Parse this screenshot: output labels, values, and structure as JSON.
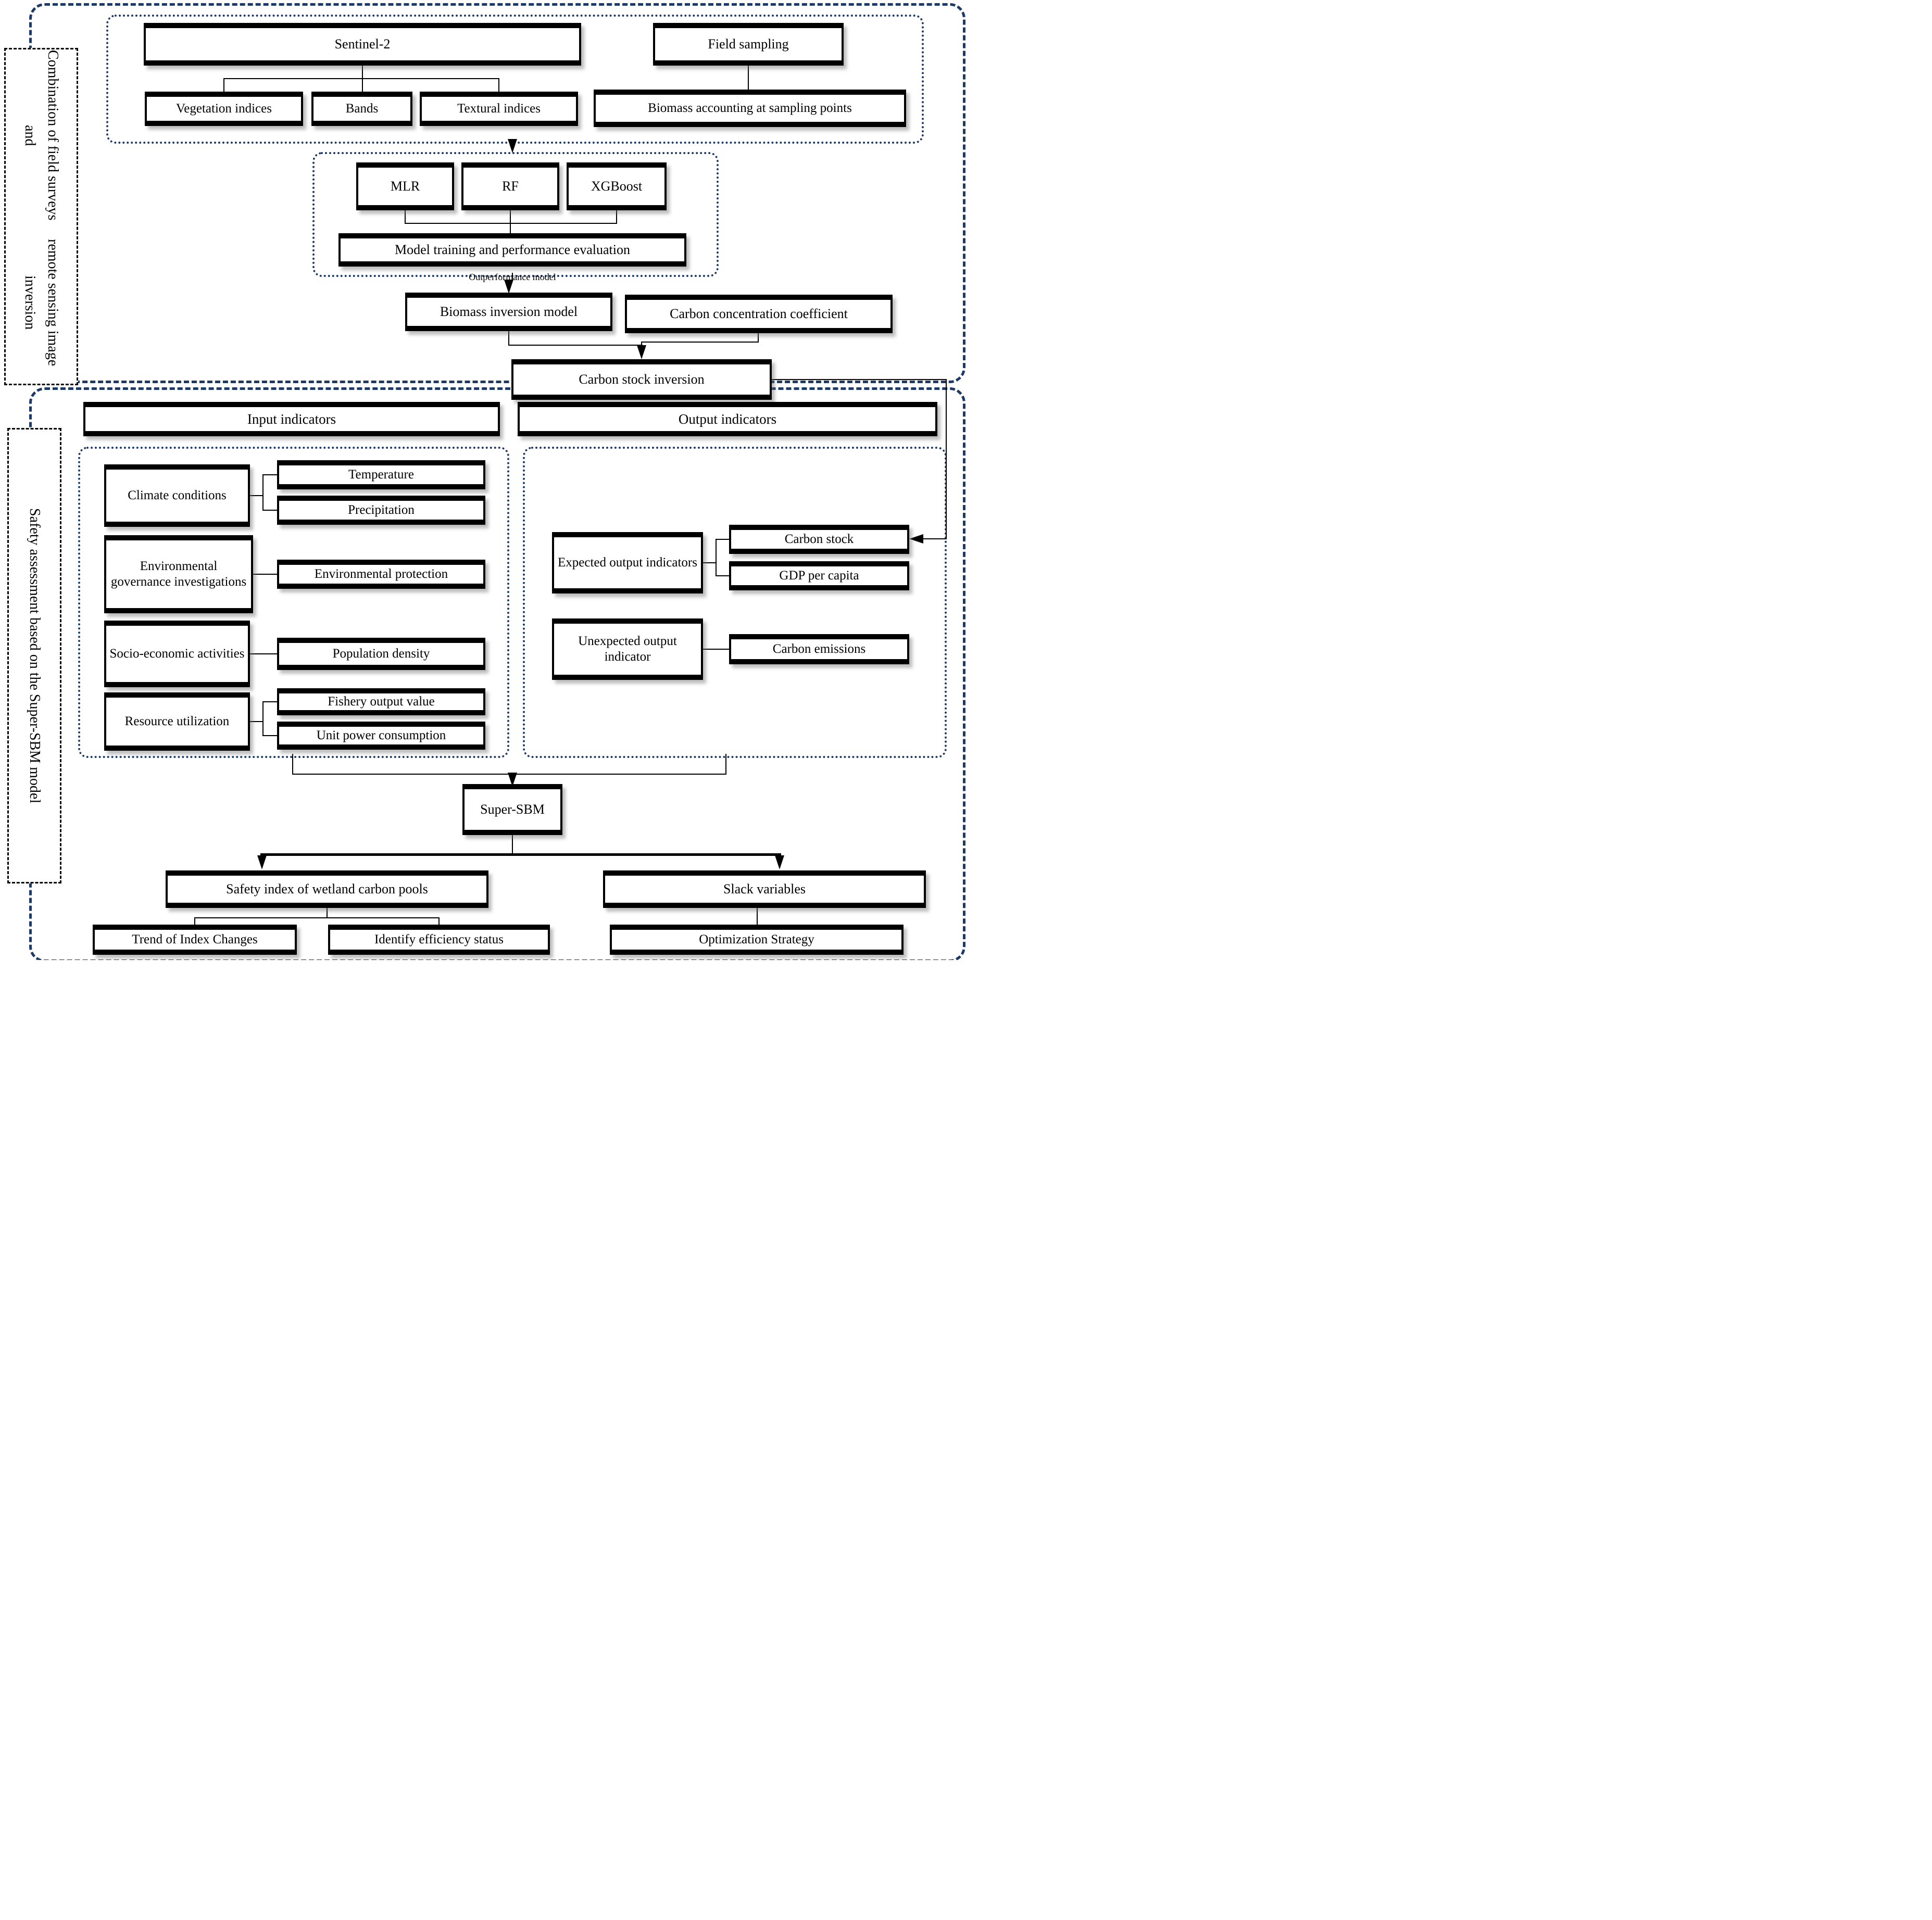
{
  "diagram": {
    "section1_label": {
      "lines": [
        "Combination of field surveys and",
        "remote sensing image inversion"
      ]
    },
    "section2_label": {
      "text": "Safety assessment based on the Super-SBM model"
    },
    "data_sources": {
      "sentinel2": "Sentinel-2",
      "sentinel2_children": [
        "Vegetation indices",
        "Bands",
        "Textural indices"
      ],
      "field_sampling": "Field sampling",
      "field_sampling_child": "Biomass accounting at sampling points"
    },
    "modeling": {
      "models": [
        "MLR",
        "RF",
        "XGBoost"
      ],
      "training": "Model training and performance evaluation",
      "outperformance_label": "Outperformance model"
    },
    "inversion": {
      "biomass_model": "Biomass inversion model",
      "carbon_coefficient": "Carbon concentration coefficient",
      "carbon_stock_inversion": "Carbon stock inversion"
    },
    "assessment": {
      "input_header": "Input indicators",
      "output_header": "Output indicators",
      "input_groups": [
        {
          "parent": "Climate conditions",
          "children": [
            "Temperature",
            "Precipitation"
          ]
        },
        {
          "parent": "Environmental governance investigations",
          "children": [
            "Environmental protection"
          ]
        },
        {
          "parent": "Socio-economic activities",
          "children": [
            "Population density"
          ]
        },
        {
          "parent": "Resource utilization",
          "children": [
            "Fishery output value",
            "Unit power consumption"
          ]
        }
      ],
      "output_groups": [
        {
          "parent": "Expected output indicators",
          "children": [
            "Carbon stock",
            "GDP per capita"
          ]
        },
        {
          "parent": "Unexpected output indicator",
          "children": [
            "Carbon emissions"
          ]
        }
      ],
      "super_sbm": "Super-SBM",
      "results": [
        {
          "parent": "Safety index of wetland carbon pools",
          "children": [
            "Trend of Index Changes",
            "Identify efficiency status"
          ]
        },
        {
          "parent": "Slack variables",
          "children": [
            "Optimization Strategy"
          ]
        }
      ]
    },
    "colors": {
      "navy_border": "#1d3a66",
      "line": "#000000",
      "box_background": "#ffffff"
    }
  }
}
